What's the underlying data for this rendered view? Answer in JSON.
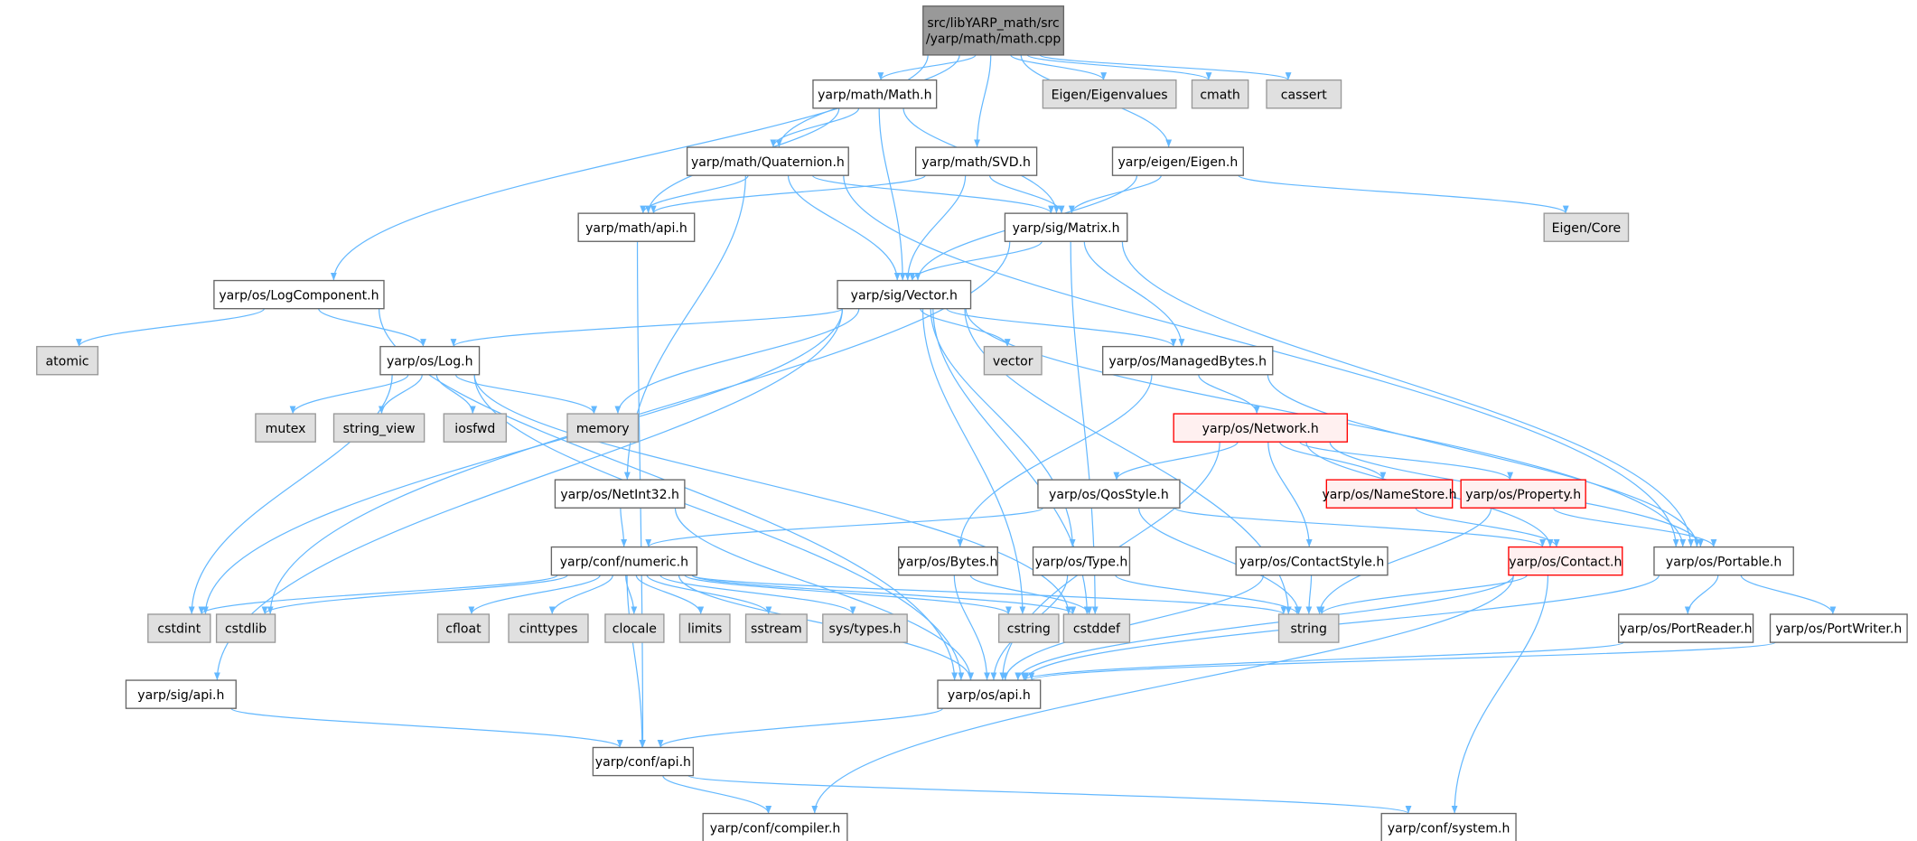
{
  "colors": {
    "edge": "#63b8ff",
    "file_fill": "#ffffff",
    "file_border": "#666666",
    "external_fill": "#e0e0e0",
    "external_border": "#999999",
    "root_fill": "#999999",
    "root_border": "#666666",
    "incomplete_fill": "#fff0f0",
    "incomplete_border": "#ff0000"
  },
  "graph": {
    "nodes": [
      {
        "id": "cpp",
        "label": "src/libYARP_math/src",
        "label2": "/yarp/math/math.cpp",
        "kind": "root"
      },
      {
        "id": "math_h",
        "label": "yarp/math/Math.h",
        "kind": "file"
      },
      {
        "id": "eigenvalues",
        "label": "Eigen/Eigenvalues",
        "kind": "external"
      },
      {
        "id": "cmath",
        "label": "cmath",
        "kind": "external"
      },
      {
        "id": "cassert",
        "label": "cassert",
        "kind": "external"
      },
      {
        "id": "quaternion",
        "label": "yarp/math/Quaternion.h",
        "kind": "file"
      },
      {
        "id": "svd",
        "label": "yarp/math/SVD.h",
        "kind": "file"
      },
      {
        "id": "eigen_h",
        "label": "yarp/eigen/Eigen.h",
        "kind": "file"
      },
      {
        "id": "math_api",
        "label": "yarp/math/api.h",
        "kind": "file"
      },
      {
        "id": "matrix",
        "label": "yarp/sig/Matrix.h",
        "kind": "file"
      },
      {
        "id": "eigen_core",
        "label": "Eigen/Core",
        "kind": "external"
      },
      {
        "id": "logcomponent",
        "label": "yarp/os/LogComponent.h",
        "kind": "file"
      },
      {
        "id": "vector_h",
        "label": "yarp/sig/Vector.h",
        "kind": "file"
      },
      {
        "id": "atomic",
        "label": "atomic",
        "kind": "external"
      },
      {
        "id": "log",
        "label": "yarp/os/Log.h",
        "kind": "file"
      },
      {
        "id": "vector",
        "label": "vector",
        "kind": "external"
      },
      {
        "id": "managedbytes",
        "label": "yarp/os/ManagedBytes.h",
        "kind": "file"
      },
      {
        "id": "mutex",
        "label": "mutex",
        "kind": "external"
      },
      {
        "id": "string_view",
        "label": "string_view",
        "kind": "external"
      },
      {
        "id": "iosfwd",
        "label": "iosfwd",
        "kind": "external"
      },
      {
        "id": "memory",
        "label": "memory",
        "kind": "external"
      },
      {
        "id": "network",
        "label": "yarp/os/Network.h",
        "kind": "incomplete"
      },
      {
        "id": "netint32",
        "label": "yarp/os/NetInt32.h",
        "kind": "file"
      },
      {
        "id": "qosstyle",
        "label": "yarp/os/QosStyle.h",
        "kind": "file"
      },
      {
        "id": "namestore",
        "label": "yarp/os/NameStore.h",
        "kind": "incomplete"
      },
      {
        "id": "property",
        "label": "yarp/os/Property.h",
        "kind": "incomplete"
      },
      {
        "id": "numeric",
        "label": "yarp/conf/numeric.h",
        "kind": "file"
      },
      {
        "id": "bytes",
        "label": "yarp/os/Bytes.h",
        "kind": "file"
      },
      {
        "id": "type",
        "label": "yarp/os/Type.h",
        "kind": "file"
      },
      {
        "id": "contactstyle",
        "label": "yarp/os/ContactStyle.h",
        "kind": "file"
      },
      {
        "id": "contact",
        "label": "yarp/os/Contact.h",
        "kind": "incomplete"
      },
      {
        "id": "portable",
        "label": "yarp/os/Portable.h",
        "kind": "file"
      },
      {
        "id": "cstdint",
        "label": "cstdint",
        "kind": "external"
      },
      {
        "id": "cstdlib",
        "label": "cstdlib",
        "kind": "external"
      },
      {
        "id": "cfloat",
        "label": "cfloat",
        "kind": "external"
      },
      {
        "id": "cinttypes",
        "label": "cinttypes",
        "kind": "external"
      },
      {
        "id": "clocale",
        "label": "clocale",
        "kind": "external"
      },
      {
        "id": "limits",
        "label": "limits",
        "kind": "external"
      },
      {
        "id": "sstream",
        "label": "sstream",
        "kind": "external"
      },
      {
        "id": "systypes",
        "label": "sys/types.h",
        "kind": "external"
      },
      {
        "id": "cstring",
        "label": "cstring",
        "kind": "external"
      },
      {
        "id": "cstddef",
        "label": "cstddef",
        "kind": "external"
      },
      {
        "id": "string",
        "label": "string",
        "kind": "external"
      },
      {
        "id": "portreader",
        "label": "yarp/os/PortReader.h",
        "kind": "file"
      },
      {
        "id": "portwriter",
        "label": "yarp/os/PortWriter.h",
        "kind": "file"
      },
      {
        "id": "sig_api",
        "label": "yarp/sig/api.h",
        "kind": "file"
      },
      {
        "id": "os_api",
        "label": "yarp/os/api.h",
        "kind": "file"
      },
      {
        "id": "conf_api",
        "label": "yarp/conf/api.h",
        "kind": "file"
      },
      {
        "id": "compiler",
        "label": "yarp/conf/compiler.h",
        "kind": "file"
      },
      {
        "id": "system",
        "label": "yarp/conf/system.h",
        "kind": "file"
      }
    ],
    "edges": [
      [
        "cpp",
        "math_h"
      ],
      [
        "cpp",
        "quaternion"
      ],
      [
        "cpp",
        "svd"
      ],
      [
        "cpp",
        "eigen_h"
      ],
      [
        "cpp",
        "eigenvalues"
      ],
      [
        "cpp",
        "cmath"
      ],
      [
        "cpp",
        "cassert"
      ],
      [
        "cpp",
        "logcomponent"
      ],
      [
        "math_h",
        "quaternion"
      ],
      [
        "math_h",
        "math_api"
      ],
      [
        "math_h",
        "vector_h"
      ],
      [
        "math_h",
        "matrix"
      ],
      [
        "quaternion",
        "math_api"
      ],
      [
        "quaternion",
        "vector_h"
      ],
      [
        "quaternion",
        "matrix"
      ],
      [
        "quaternion",
        "netint32"
      ],
      [
        "quaternion",
        "portable"
      ],
      [
        "svd",
        "math_api"
      ],
      [
        "svd",
        "matrix"
      ],
      [
        "svd",
        "vector_h"
      ],
      [
        "eigen_h",
        "matrix"
      ],
      [
        "eigen_h",
        "vector_h"
      ],
      [
        "eigen_h",
        "eigen_core"
      ],
      [
        "math_api",
        "conf_api"
      ],
      [
        "matrix",
        "vector_h"
      ],
      [
        "matrix",
        "managedbytes"
      ],
      [
        "matrix",
        "cstdlib"
      ],
      [
        "matrix",
        "cstddef"
      ],
      [
        "matrix",
        "portable"
      ],
      [
        "logcomponent",
        "atomic"
      ],
      [
        "logcomponent",
        "log"
      ],
      [
        "logcomponent",
        "os_api"
      ],
      [
        "vector_h",
        "log"
      ],
      [
        "vector_h",
        "memory"
      ],
      [
        "vector_h",
        "vector"
      ],
      [
        "vector_h",
        "managedbytes"
      ],
      [
        "vector_h",
        "cstdint"
      ],
      [
        "vector_h",
        "sig_api"
      ],
      [
        "vector_h",
        "cstring"
      ],
      [
        "vector_h",
        "cstddef"
      ],
      [
        "vector_h",
        "type"
      ],
      [
        "vector_h",
        "string"
      ],
      [
        "vector_h",
        "portable"
      ],
      [
        "log",
        "mutex"
      ],
      [
        "log",
        "string_view"
      ],
      [
        "log",
        "iosfwd"
      ],
      [
        "log",
        "memory"
      ],
      [
        "log",
        "cstdint"
      ],
      [
        "log",
        "cstddef"
      ],
      [
        "log",
        "os_api"
      ],
      [
        "managedbytes",
        "network"
      ],
      [
        "managedbytes",
        "bytes"
      ],
      [
        "managedbytes",
        "portable"
      ],
      [
        "network",
        "qosstyle"
      ],
      [
        "network",
        "namestore"
      ],
      [
        "network",
        "property"
      ],
      [
        "network",
        "contactstyle"
      ],
      [
        "network",
        "contact"
      ],
      [
        "network",
        "portable"
      ],
      [
        "network",
        "os_api"
      ],
      [
        "qosstyle",
        "numeric"
      ],
      [
        "qosstyle",
        "string"
      ],
      [
        "qosstyle",
        "contact"
      ],
      [
        "namestore",
        "contact"
      ],
      [
        "property",
        "string"
      ],
      [
        "property",
        "portable"
      ],
      [
        "netint32",
        "numeric"
      ],
      [
        "netint32",
        "os_api"
      ],
      [
        "numeric",
        "cstdint"
      ],
      [
        "numeric",
        "cstdlib"
      ],
      [
        "numeric",
        "cfloat"
      ],
      [
        "numeric",
        "cinttypes"
      ],
      [
        "numeric",
        "clocale"
      ],
      [
        "numeric",
        "limits"
      ],
      [
        "numeric",
        "sstream"
      ],
      [
        "numeric",
        "systypes"
      ],
      [
        "numeric",
        "cstring"
      ],
      [
        "numeric",
        "cstddef"
      ],
      [
        "numeric",
        "string"
      ],
      [
        "numeric",
        "os_api"
      ],
      [
        "numeric",
        "conf_api"
      ],
      [
        "bytes",
        "cstddef"
      ],
      [
        "bytes",
        "os_api"
      ],
      [
        "type",
        "string"
      ],
      [
        "type",
        "os_api"
      ],
      [
        "contactstyle",
        "string"
      ],
      [
        "contactstyle",
        "os_api"
      ],
      [
        "contact",
        "string"
      ],
      [
        "contact",
        "os_api"
      ],
      [
        "contact",
        "compiler"
      ],
      [
        "contact",
        "system"
      ],
      [
        "portable",
        "os_api"
      ],
      [
        "portable",
        "portreader"
      ],
      [
        "portable",
        "portwriter"
      ],
      [
        "portreader",
        "os_api"
      ],
      [
        "portwriter",
        "os_api"
      ],
      [
        "sig_api",
        "conf_api"
      ],
      [
        "os_api",
        "conf_api"
      ],
      [
        "conf_api",
        "compiler"
      ],
      [
        "conf_api",
        "system"
      ]
    ]
  }
}
